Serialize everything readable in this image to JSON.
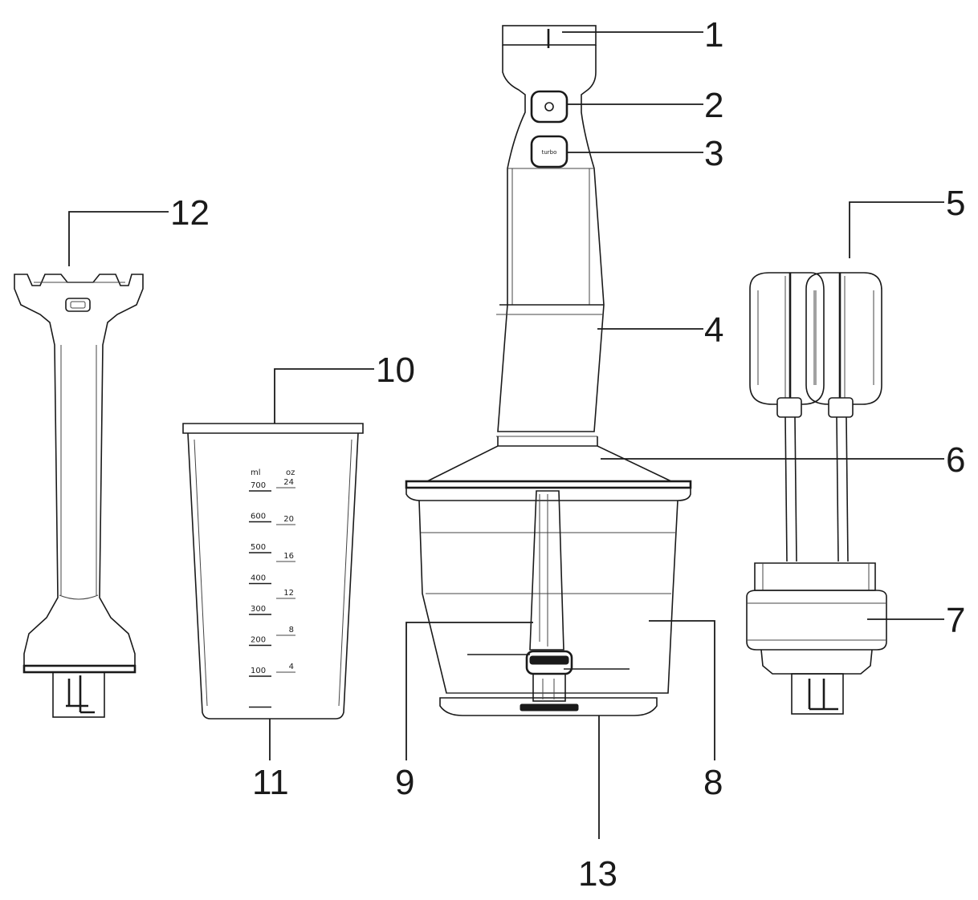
{
  "callouts": [
    {
      "id": "1",
      "label": "1"
    },
    {
      "id": "2",
      "label": "2"
    },
    {
      "id": "3",
      "label": "3"
    },
    {
      "id": "4",
      "label": "4"
    },
    {
      "id": "5",
      "label": "5"
    },
    {
      "id": "6",
      "label": "6"
    },
    {
      "id": "7",
      "label": "7"
    },
    {
      "id": "8",
      "label": "8"
    },
    {
      "id": "9",
      "label": "9"
    },
    {
      "id": "10",
      "label": "10"
    },
    {
      "id": "11",
      "label": "11"
    },
    {
      "id": "12",
      "label": "12"
    },
    {
      "id": "13",
      "label": "13"
    }
  ],
  "beaker": {
    "unit_left": "ml",
    "unit_right": "oz",
    "ml_marks": [
      "700",
      "600",
      "500",
      "400",
      "300",
      "200",
      "100"
    ],
    "oz_marks": [
      "24",
      "20",
      "16",
      "12",
      "8",
      "4"
    ]
  },
  "handle": {
    "turbo_label": "turbo"
  }
}
